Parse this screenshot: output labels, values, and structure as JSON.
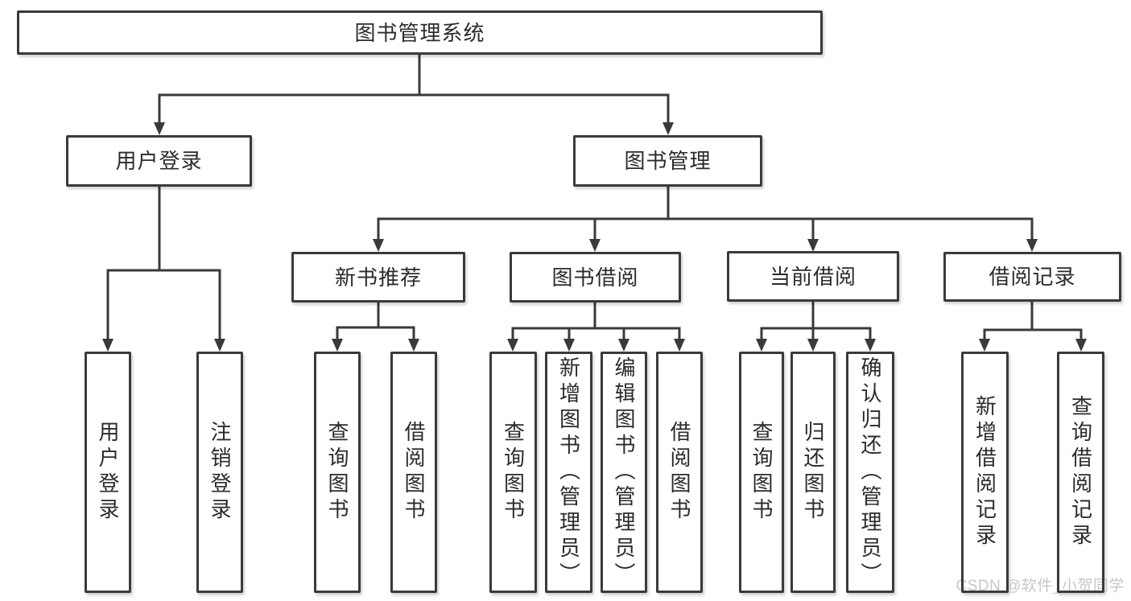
{
  "nodes": {
    "root": "图书管理系统",
    "user_login": "用户登录",
    "book_management": "图书管理",
    "new_book_recommend": "新书推荐",
    "book_borrow": "图书借阅",
    "current_borrow": "当前借阅",
    "borrow_records": "借阅记录",
    "user_login_children": [
      "用户登录",
      "注销登录"
    ],
    "new_book_recommend_children": [
      "查询图书",
      "借阅图书"
    ],
    "book_borrow_children": [
      "查询图书",
      "新增图书（管理员）",
      "编辑图书（管理员）",
      "借阅图书"
    ],
    "current_borrow_children": [
      "查询图书",
      "归还图书",
      "确认归还（管理员）"
    ],
    "borrow_records_children": [
      "新增借阅记录",
      "查询借阅记录"
    ]
  },
  "watermark": "CSDN @软件_小贺同学",
  "colors": {
    "line": "#3a3a3a",
    "box_border": "#3a3a3a",
    "box_fill": "#ffffff",
    "text": "#2b2b2b",
    "watermark": "#c4c7cb",
    "background": "#ffffff"
  }
}
